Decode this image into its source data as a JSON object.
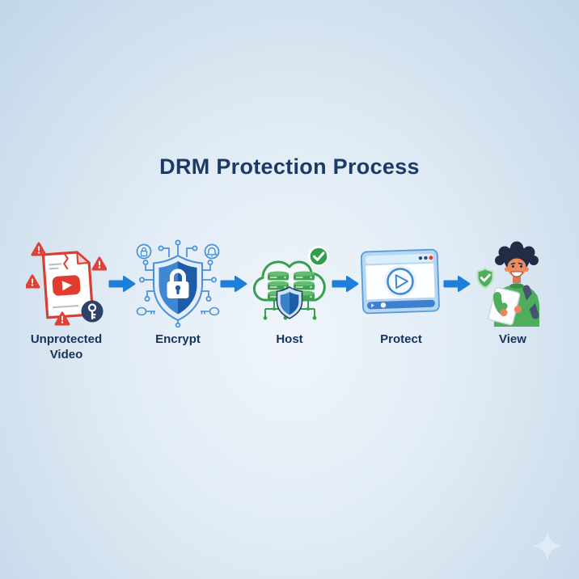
{
  "title": "DRM Protection Process",
  "steps": [
    {
      "id": "unprotected-video",
      "label": "Unprotected Video",
      "icon": "unprotected-video-icon"
    },
    {
      "id": "encrypt",
      "label": "Encrypt",
      "icon": "encrypt-shield-icon"
    },
    {
      "id": "host",
      "label": "Host",
      "icon": "cloud-host-icon"
    },
    {
      "id": "protect",
      "label": "Protect",
      "icon": "protected-player-icon"
    },
    {
      "id": "view",
      "label": "View",
      "icon": "viewer-person-icon"
    }
  ],
  "colors": {
    "background_center": "#eff5fa",
    "background_edge": "#c2d7ea",
    "title": "#1b3a66",
    "label": "#16335c",
    "arrow": "#1e7fd8",
    "danger_red": "#e04038",
    "doc_red": "#dc3d33",
    "shield_blue_light": "#3f87d3",
    "shield_blue_dark": "#1d5ca6",
    "circuit_blue": "#4a90d9",
    "host_green": "#35a04e",
    "db_green": "#3fa351",
    "check_green": "#2f9e4d",
    "sweater_green": "#4fae5c",
    "key_badge_navy": "#2e4166",
    "sparkle": "#e9f1f8"
  },
  "decorations": {
    "sparkle": "sparkle-icon"
  }
}
